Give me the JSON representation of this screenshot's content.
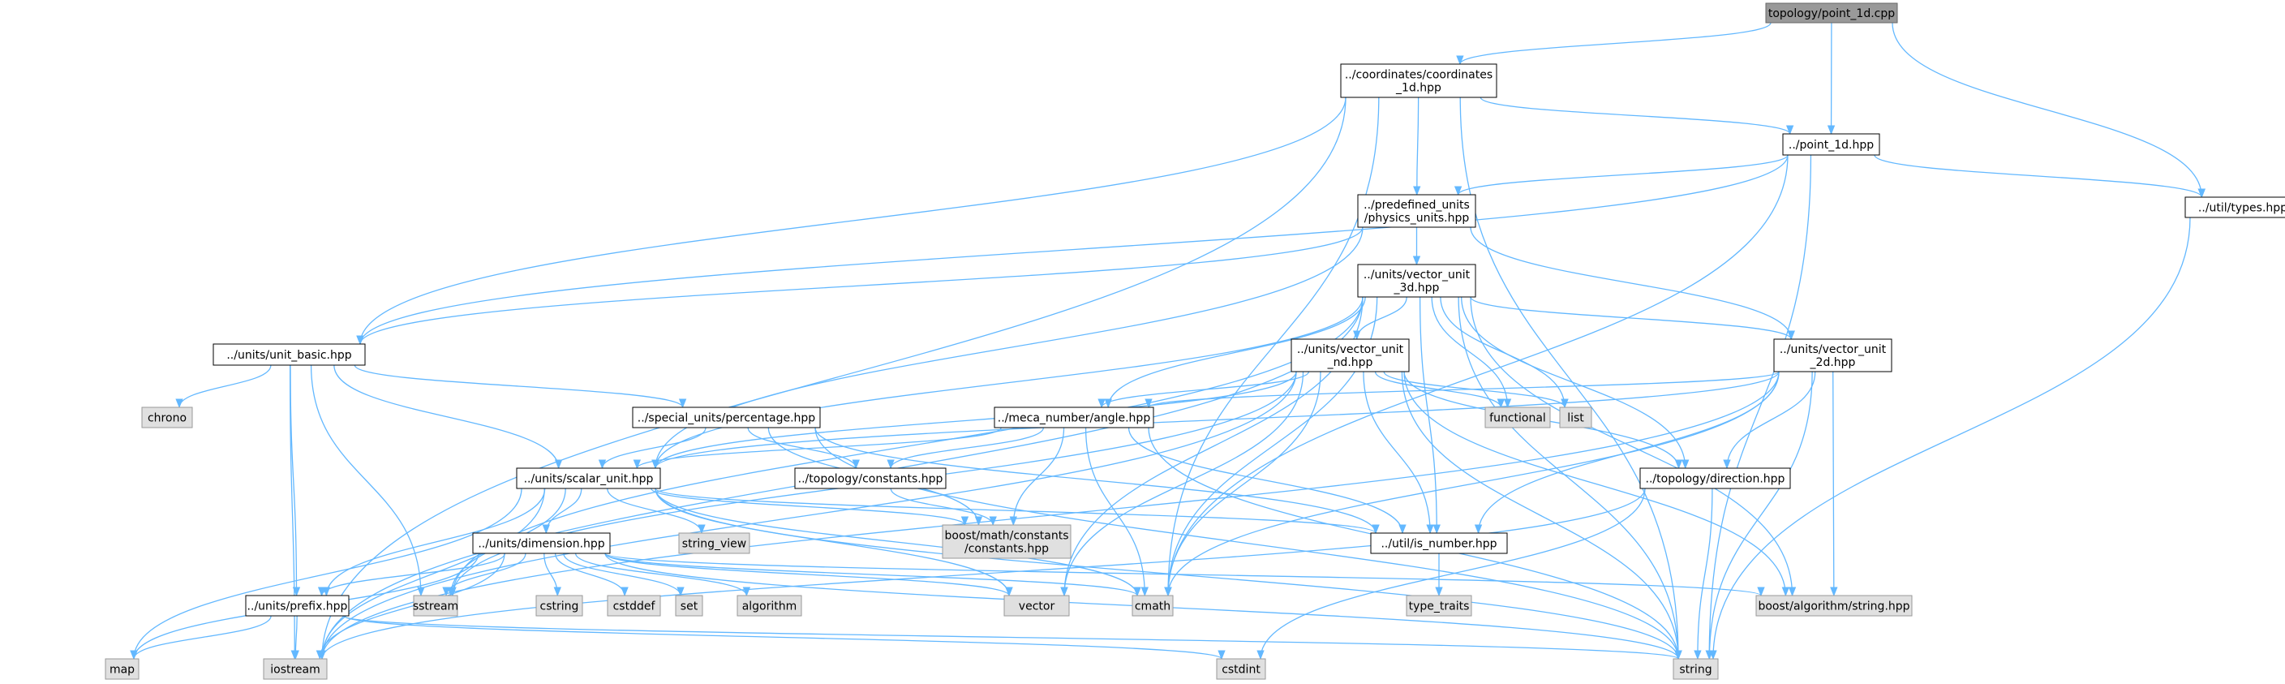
{
  "colors": {
    "root_fill": "#999999",
    "root_stroke": "#666666",
    "local_fill": "#ffffff",
    "local_stroke": "#000000",
    "external_fill": "#e0e0e0",
    "external_stroke": "#999999",
    "edge": "#63b8ff"
  },
  "nodes": [
    {
      "id": "root",
      "kind": "root",
      "lines": [
        "topology/point_1d.cpp"
      ]
    },
    {
      "id": "coord1d",
      "kind": "local",
      "lines": [
        "../coordinates/coordinates",
        "_1d.hpp"
      ]
    },
    {
      "id": "point1d",
      "kind": "local",
      "lines": [
        "../point_1d.hpp"
      ]
    },
    {
      "id": "types",
      "kind": "local",
      "lines": [
        "../util/types.hpp"
      ]
    },
    {
      "id": "physunits",
      "kind": "local",
      "lines": [
        "../predefined_units",
        "/physics_units.hpp"
      ]
    },
    {
      "id": "vec3d",
      "kind": "local",
      "lines": [
        "../units/vector_unit",
        "_3d.hpp"
      ]
    },
    {
      "id": "unitbasic",
      "kind": "local",
      "lines": [
        "../units/unit_basic.hpp"
      ]
    },
    {
      "id": "vecnd",
      "kind": "local",
      "lines": [
        "../units/vector_unit",
        "_nd.hpp"
      ]
    },
    {
      "id": "vec2d",
      "kind": "local",
      "lines": [
        "../units/vector_unit",
        "_2d.hpp"
      ]
    },
    {
      "id": "chrono",
      "kind": "external",
      "lines": [
        "chrono"
      ]
    },
    {
      "id": "percentage",
      "kind": "local",
      "lines": [
        "../special_units/percentage.hpp"
      ]
    },
    {
      "id": "angle",
      "kind": "local",
      "lines": [
        "../meca_number/angle.hpp"
      ]
    },
    {
      "id": "functional",
      "kind": "external",
      "lines": [
        "functional"
      ]
    },
    {
      "id": "list",
      "kind": "external",
      "lines": [
        "list"
      ]
    },
    {
      "id": "scalar",
      "kind": "local",
      "lines": [
        "../units/scalar_unit.hpp"
      ]
    },
    {
      "id": "topoconst",
      "kind": "local",
      "lines": [
        "../topology/constants.hpp"
      ]
    },
    {
      "id": "direction",
      "kind": "local",
      "lines": [
        "../topology/direction.hpp"
      ]
    },
    {
      "id": "boostconst",
      "kind": "external",
      "lines": [
        "boost/math/constants",
        "/constants.hpp"
      ]
    },
    {
      "id": "stringview",
      "kind": "external",
      "lines": [
        "string_view"
      ]
    },
    {
      "id": "dimension",
      "kind": "local",
      "lines": [
        "../units/dimension.hpp"
      ]
    },
    {
      "id": "isnumber",
      "kind": "local",
      "lines": [
        "../util/is_number.hpp"
      ]
    },
    {
      "id": "typetraits",
      "kind": "external",
      "lines": [
        "type_traits"
      ]
    },
    {
      "id": "prefix",
      "kind": "local",
      "lines": [
        "../units/prefix.hpp"
      ]
    },
    {
      "id": "sstream",
      "kind": "external",
      "lines": [
        "sstream"
      ]
    },
    {
      "id": "cstring",
      "kind": "external",
      "lines": [
        "cstring"
      ]
    },
    {
      "id": "cstddef",
      "kind": "external",
      "lines": [
        "cstddef"
      ]
    },
    {
      "id": "set",
      "kind": "external",
      "lines": [
        "set"
      ]
    },
    {
      "id": "algorithm",
      "kind": "external",
      "lines": [
        "algorithm"
      ]
    },
    {
      "id": "vector",
      "kind": "external",
      "lines": [
        "vector"
      ]
    },
    {
      "id": "cmath",
      "kind": "external",
      "lines": [
        "cmath"
      ]
    },
    {
      "id": "boostalgo",
      "kind": "external",
      "lines": [
        "boost/algorithm/string.hpp"
      ]
    },
    {
      "id": "map",
      "kind": "external",
      "lines": [
        "map"
      ]
    },
    {
      "id": "iostream",
      "kind": "external",
      "lines": [
        "iostream"
      ]
    },
    {
      "id": "cstdint",
      "kind": "external",
      "lines": [
        "cstdint"
      ]
    },
    {
      "id": "string",
      "kind": "external",
      "lines": [
        "string"
      ]
    }
  ],
  "edges": [
    [
      "root",
      "coord1d"
    ],
    [
      "root",
      "point1d"
    ],
    [
      "root",
      "types"
    ],
    [
      "coord1d",
      "point1d"
    ],
    [
      "coord1d",
      "physunits"
    ],
    [
      "coord1d",
      "unitbasic"
    ],
    [
      "coord1d",
      "iostream"
    ],
    [
      "coord1d",
      "string"
    ],
    [
      "coord1d",
      "cmath"
    ],
    [
      "point1d",
      "physunits"
    ],
    [
      "point1d",
      "types"
    ],
    [
      "point1d",
      "unitbasic"
    ],
    [
      "point1d",
      "string"
    ],
    [
      "point1d",
      "cmath"
    ],
    [
      "types",
      "string"
    ],
    [
      "physunits",
      "vec3d"
    ],
    [
      "physunits",
      "vec2d"
    ],
    [
      "physunits",
      "unitbasic"
    ],
    [
      "physunits",
      "scalar"
    ],
    [
      "vec3d",
      "vecnd"
    ],
    [
      "vec3d",
      "vec2d"
    ],
    [
      "vec3d",
      "angle"
    ],
    [
      "vec3d",
      "scalar"
    ],
    [
      "vec3d",
      "functional"
    ],
    [
      "vec3d",
      "list"
    ],
    [
      "vec3d",
      "direction"
    ],
    [
      "vec3d",
      "isnumber"
    ],
    [
      "vec3d",
      "boostalgo"
    ],
    [
      "vec3d",
      "sstream"
    ],
    [
      "vec3d",
      "vector"
    ],
    [
      "vec3d",
      "cmath"
    ],
    [
      "vec3d",
      "iostream"
    ],
    [
      "vec3d",
      "string"
    ],
    [
      "unitbasic",
      "chrono"
    ],
    [
      "unitbasic",
      "percentage"
    ],
    [
      "unitbasic",
      "scalar"
    ],
    [
      "unitbasic",
      "prefix"
    ],
    [
      "unitbasic",
      "sstream"
    ],
    [
      "unitbasic",
      "iostream"
    ],
    [
      "vecnd",
      "angle"
    ],
    [
      "vecnd",
      "scalar"
    ],
    [
      "vecnd",
      "functional"
    ],
    [
      "vecnd",
      "list"
    ],
    [
      "vecnd",
      "direction"
    ],
    [
      "vecnd",
      "isnumber"
    ],
    [
      "vecnd",
      "boostalgo"
    ],
    [
      "vecnd",
      "sstream"
    ],
    [
      "vecnd",
      "vector"
    ],
    [
      "vecnd",
      "cmath"
    ],
    [
      "vecnd",
      "iostream"
    ],
    [
      "vecnd",
      "string"
    ],
    [
      "vec2d",
      "angle"
    ],
    [
      "vec2d",
      "scalar"
    ],
    [
      "vec2d",
      "direction"
    ],
    [
      "vec2d",
      "isnumber"
    ],
    [
      "vec2d",
      "boostalgo"
    ],
    [
      "vec2d",
      "cmath"
    ],
    [
      "vec2d",
      "iostream"
    ],
    [
      "vec2d",
      "string"
    ],
    [
      "percentage",
      "scalar"
    ],
    [
      "percentage",
      "topoconst"
    ],
    [
      "percentage",
      "boostconst"
    ],
    [
      "percentage",
      "isnumber"
    ],
    [
      "percentage",
      "string"
    ],
    [
      "angle",
      "scalar"
    ],
    [
      "angle",
      "topoconst"
    ],
    [
      "angle",
      "boostconst"
    ],
    [
      "angle",
      "isnumber"
    ],
    [
      "angle",
      "cmath"
    ],
    [
      "angle",
      "string"
    ],
    [
      "scalar",
      "dimension"
    ],
    [
      "scalar",
      "prefix"
    ],
    [
      "scalar",
      "stringview"
    ],
    [
      "scalar",
      "isnumber"
    ],
    [
      "scalar",
      "boostconst"
    ],
    [
      "scalar",
      "sstream"
    ],
    [
      "scalar",
      "vector"
    ],
    [
      "scalar",
      "cmath"
    ],
    [
      "scalar",
      "map"
    ],
    [
      "scalar",
      "iostream"
    ],
    [
      "scalar",
      "string"
    ],
    [
      "topoconst",
      "boostconst"
    ],
    [
      "direction",
      "cstdint"
    ],
    [
      "direction",
      "string"
    ],
    [
      "direction",
      "iostream"
    ],
    [
      "isnumber",
      "typetraits"
    ],
    [
      "dimension",
      "prefix"
    ],
    [
      "dimension",
      "sstream"
    ],
    [
      "dimension",
      "cstring"
    ],
    [
      "dimension",
      "cstddef"
    ],
    [
      "dimension",
      "set"
    ],
    [
      "dimension",
      "algorithm"
    ],
    [
      "dimension",
      "vector"
    ],
    [
      "dimension",
      "cmath"
    ],
    [
      "dimension",
      "boostalgo"
    ],
    [
      "dimension",
      "map"
    ],
    [
      "dimension",
      "iostream"
    ],
    [
      "dimension",
      "string"
    ],
    [
      "prefix",
      "map"
    ],
    [
      "prefix",
      "iostream"
    ],
    [
      "prefix",
      "cstdint"
    ],
    [
      "prefix",
      "string"
    ]
  ]
}
